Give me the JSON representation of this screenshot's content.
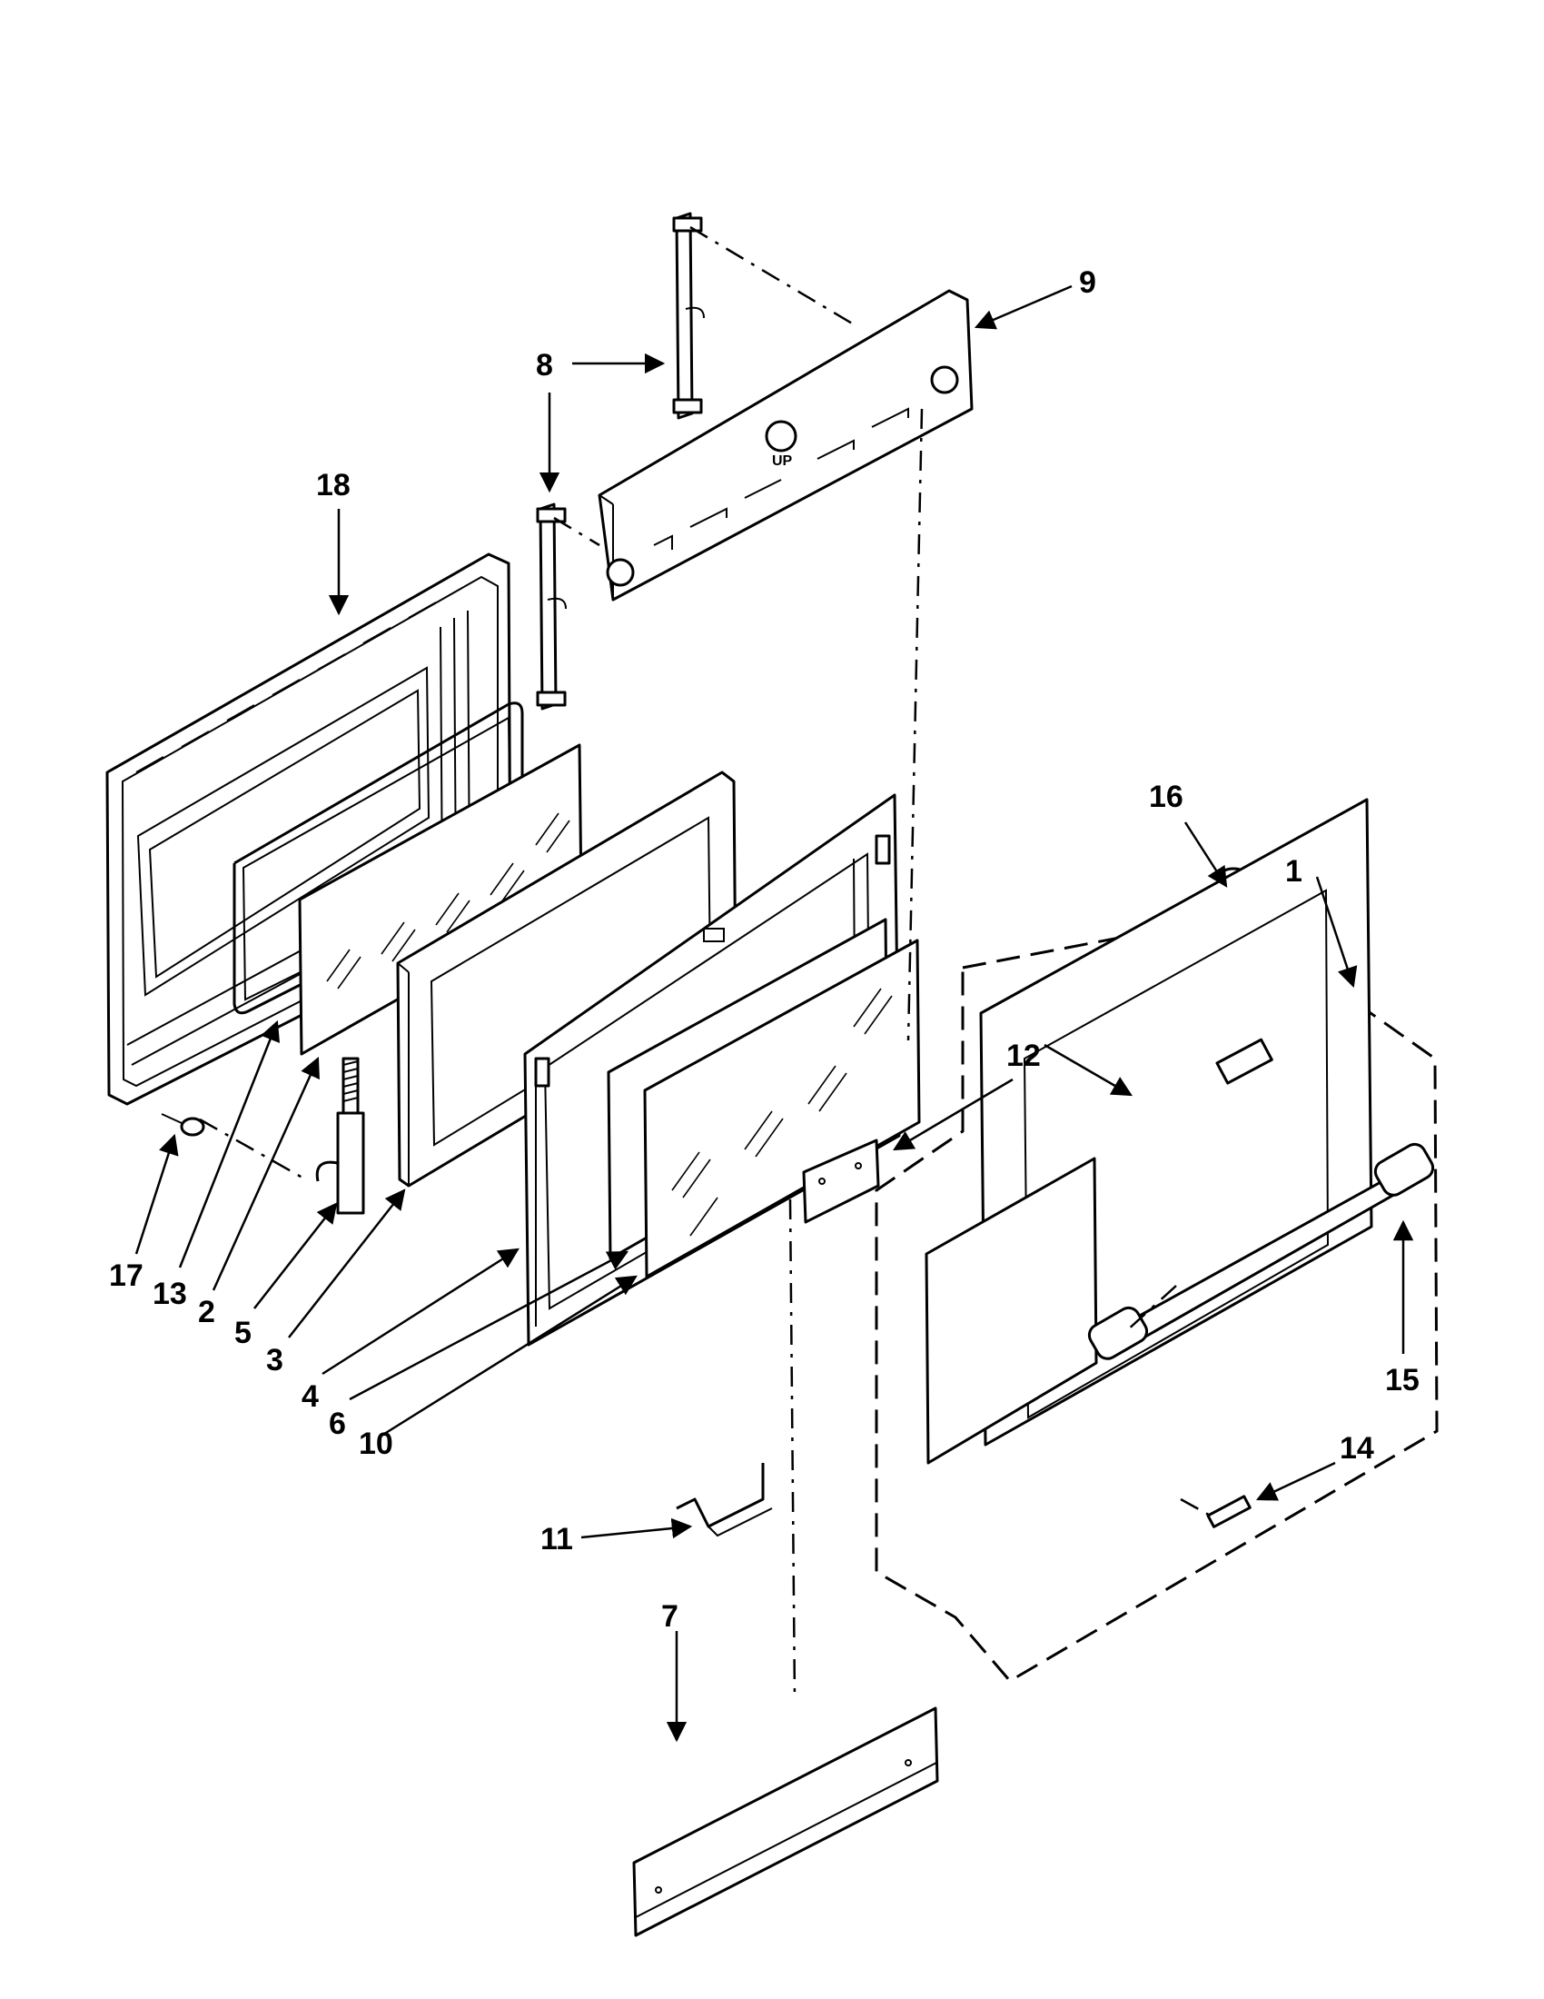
{
  "diagram": {
    "colors": {
      "line": "#000000",
      "background": "#ffffff"
    },
    "stamp": "UP",
    "callouts": [
      "1",
      "2",
      "3",
      "4",
      "5",
      "6",
      "7",
      "8",
      "9",
      "10",
      "11",
      "12",
      "13",
      "14",
      "15",
      "16",
      "17",
      "18"
    ]
  }
}
